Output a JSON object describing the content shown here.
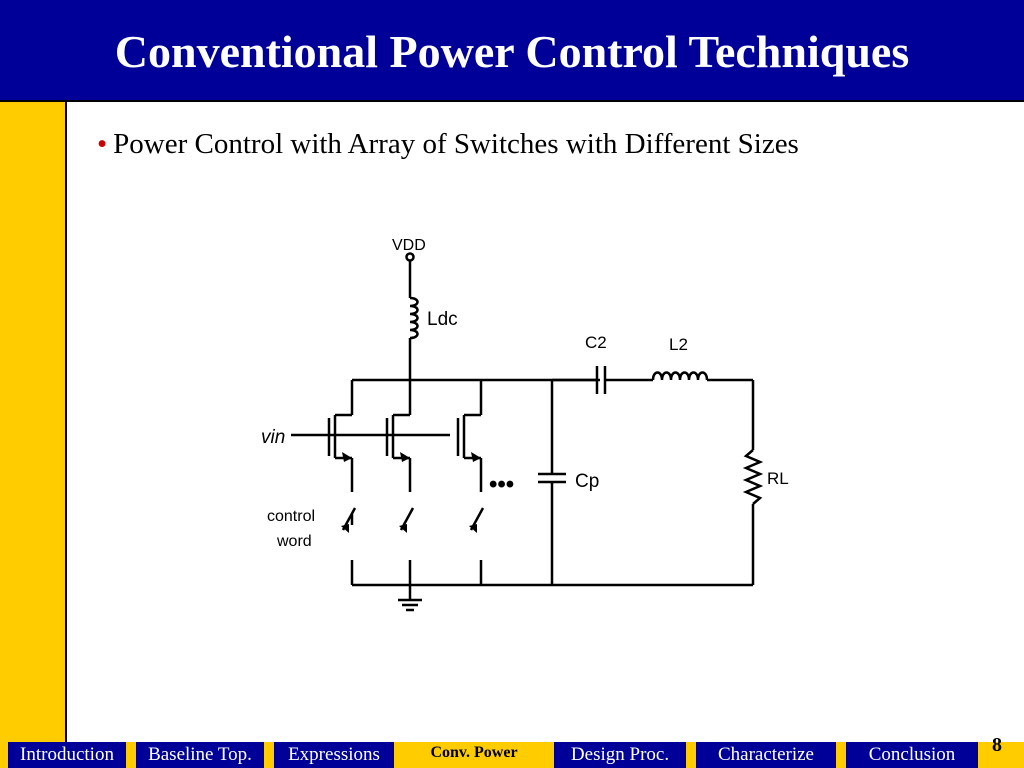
{
  "slide": {
    "title": "Conventional Power Control Techniques",
    "bullet": "Power Control with Array of Switches with Different Sizes",
    "page_number": "8"
  },
  "circuit_labels": {
    "vdd": "VDD",
    "ldc": "Ldc",
    "c2": "C2",
    "l2": "L2",
    "rl": "RL",
    "cp": "Cp",
    "vin": "vin",
    "control1": "control",
    "control2": "word",
    "ellipsis": "•••"
  },
  "nav": [
    {
      "label": "Introduction",
      "active": false
    },
    {
      "label": "Baseline Top.",
      "active": false
    },
    {
      "label": "Expressions",
      "active": false
    },
    {
      "label": "Conv. Power",
      "active": true
    },
    {
      "label": "Design Proc.",
      "active": false
    },
    {
      "label": "Characterize",
      "active": false
    },
    {
      "label": "Conclusion",
      "active": false
    }
  ],
  "colors": {
    "title_bg": "#000099",
    "sidebar": "#ffcc00",
    "bullet": "#cc0000"
  }
}
